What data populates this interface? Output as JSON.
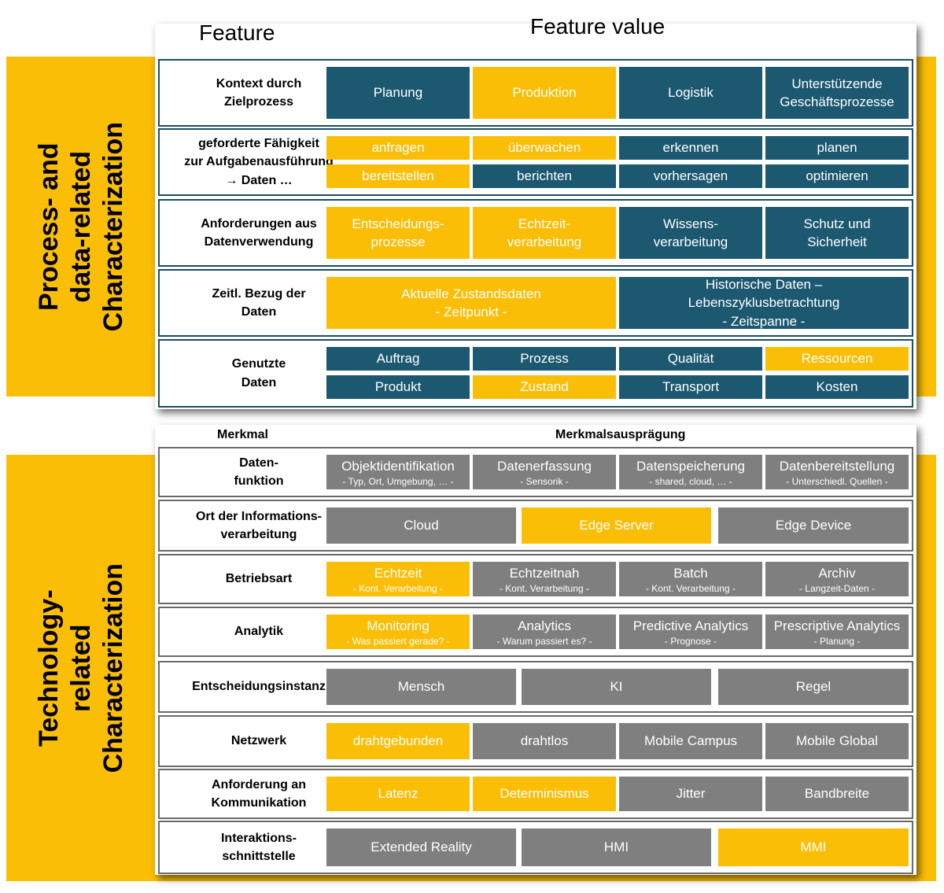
{
  "colors": {
    "yellow": "#fbbe07",
    "blue": "#1c5870",
    "gray": "#7f7f7f"
  },
  "section_labels": {
    "top": "Process- and\ndata-related\nCharacterization",
    "bottom": "Technology-related\nCharacterization"
  },
  "headers": {
    "feature": "Feature",
    "feature_value": "Feature value",
    "merkmal": "Merkmal",
    "auspraegung": "Merkmalsausprägung"
  },
  "rows": [
    {
      "label": "Kontext durch\nZielprozess",
      "cells": [
        {
          "text": "Planung",
          "color": "blue"
        },
        {
          "text": "Produktion",
          "color": "yellow"
        },
        {
          "text": "Logistik",
          "color": "blue"
        },
        {
          "text": "Unterstützende\nGeschäftsprozesse",
          "color": "blue"
        }
      ]
    },
    {
      "label": "geforderte Fähigkeit\nzur Aufgabenausführung\n→ Daten …",
      "cells": [
        {
          "text": "anfragen",
          "color": "yellow"
        },
        {
          "text": "überwachen",
          "color": "yellow"
        },
        {
          "text": "erkennen",
          "color": "blue"
        },
        {
          "text": "planen",
          "color": "blue"
        },
        {
          "text": "bereitstellen",
          "color": "yellow"
        },
        {
          "text": "berichten",
          "color": "blue"
        },
        {
          "text": "vorhersagen",
          "color": "blue"
        },
        {
          "text": "optimieren",
          "color": "blue"
        }
      ]
    },
    {
      "label": "Anforderungen aus\nDatenverwendung",
      "cells": [
        {
          "text": "Entscheidungs-\nprozesse",
          "color": "yellow"
        },
        {
          "text": "Echtzeit-\nverarbeitung",
          "color": "yellow"
        },
        {
          "text": "Wissens-\nverarbeitung",
          "color": "blue"
        },
        {
          "text": "Schutz und\nSicherheit",
          "color": "blue"
        }
      ]
    },
    {
      "label": "Zeitl. Bezug der\nDaten",
      "cells": [
        {
          "text": "Aktuelle Zustandsdaten\n- Zeitpunkt -",
          "color": "yellow"
        },
        {
          "text": "Historische Daten –\nLebenszyklusbetrachtung\n- Zeitspanne -",
          "color": "blue"
        }
      ]
    },
    {
      "label": "Genutzte\nDaten",
      "cells": [
        {
          "text": "Auftrag",
          "color": "blue"
        },
        {
          "text": "Prozess",
          "color": "blue"
        },
        {
          "text": "Qualität",
          "color": "blue"
        },
        {
          "text": "Ressourcen",
          "color": "yellow"
        },
        {
          "text": "Produkt",
          "color": "blue"
        },
        {
          "text": "Zustand",
          "color": "yellow"
        },
        {
          "text": "Transport",
          "color": "blue"
        },
        {
          "text": "Kosten",
          "color": "blue"
        }
      ]
    },
    {
      "label": "Daten-\nfunktion",
      "cells": [
        {
          "text": "Objektidentifikation",
          "sub": "- Typ, Ort, Umgebung, … -",
          "color": "gray"
        },
        {
          "text": "Datenerfassung",
          "sub": "- Sensorik -",
          "color": "gray"
        },
        {
          "text": "Datenspeicherung",
          "sub": "- shared, cloud, … -",
          "color": "gray"
        },
        {
          "text": "Datenbereitstellung",
          "sub": "- Unterschiedl. Quellen -",
          "color": "gray"
        }
      ]
    },
    {
      "label": "Ort der Informations-\nverarbeitung",
      "cells": [
        {
          "text": "Cloud",
          "color": "gray"
        },
        {
          "text": "Edge Server",
          "color": "yellow"
        },
        {
          "text": "Edge Device",
          "color": "gray"
        }
      ]
    },
    {
      "label": "Betriebsart",
      "cells": [
        {
          "text": "Echtzeit",
          "sub": "- Kont. Verarbeitung -",
          "color": "yellow"
        },
        {
          "text": "Echtzeitnah",
          "sub": "- Kont. Verarbeitung -",
          "color": "gray"
        },
        {
          "text": "Batch",
          "sub": "- Kont. Verarbeitung -",
          "color": "gray"
        },
        {
          "text": "Archiv",
          "sub": "- Langzeit-Daten -",
          "color": "gray"
        }
      ]
    },
    {
      "label": "Analytik",
      "cells": [
        {
          "text": "Monitoring",
          "sub": "- Was passiert gerade? -",
          "color": "yellow"
        },
        {
          "text": "Analytics",
          "sub": "- Warum passiert es? -",
          "color": "gray"
        },
        {
          "text": "Predictive Analytics",
          "sub": "- Prognose -",
          "color": "gray"
        },
        {
          "text": "Prescriptive Analytics",
          "sub": "- Planung -",
          "color": "gray"
        }
      ]
    },
    {
      "label": "Entscheidungsinstanz",
      "cells": [
        {
          "text": "Mensch",
          "color": "gray"
        },
        {
          "text": "KI",
          "color": "gray"
        },
        {
          "text": "Regel",
          "color": "gray"
        }
      ]
    },
    {
      "label": "Netzwerk",
      "cells": [
        {
          "text": "drahtgebunden",
          "color": "yellow"
        },
        {
          "text": "drahtlos",
          "color": "gray"
        },
        {
          "text": "Mobile Campus",
          "color": "gray"
        },
        {
          "text": "Mobile Global",
          "color": "gray"
        }
      ]
    },
    {
      "label": "Anforderung an\nKommunikation",
      "cells": [
        {
          "text": "Latenz",
          "color": "yellow"
        },
        {
          "text": "Determinismus",
          "color": "yellow"
        },
        {
          "text": "Jitter",
          "color": "gray"
        },
        {
          "text": "Bandbreite",
          "color": "gray"
        }
      ]
    },
    {
      "label": "Interaktions-\nschnittstelle",
      "cells": [
        {
          "text": "Extended Reality",
          "color": "gray"
        },
        {
          "text": "HMI",
          "color": "gray"
        },
        {
          "text": "MMI",
          "color": "yellow"
        }
      ]
    }
  ]
}
